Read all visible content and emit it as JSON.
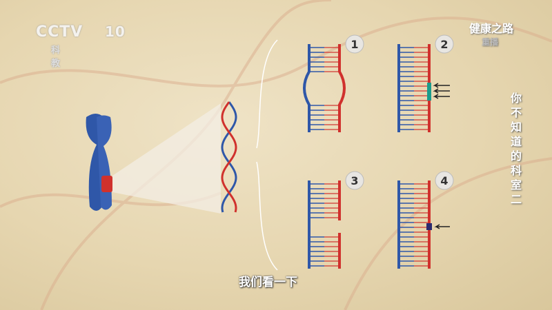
{
  "channel_logo": {
    "brand": "CCTV",
    "number": "10",
    "name": "科教"
  },
  "program_logo": {
    "title": "健康之路",
    "tag": "重播"
  },
  "side_caption": "你不知道的科室 二",
  "subtitle": "我们看一下",
  "diagram": {
    "panels": [
      "1",
      "2",
      "3",
      "4"
    ]
  },
  "colors": {
    "dna_blue": "#2f57a8",
    "dna_red": "#d0312d",
    "mark_teal": "#1a9c8c",
    "mark_dark": "#2a2a6e"
  }
}
